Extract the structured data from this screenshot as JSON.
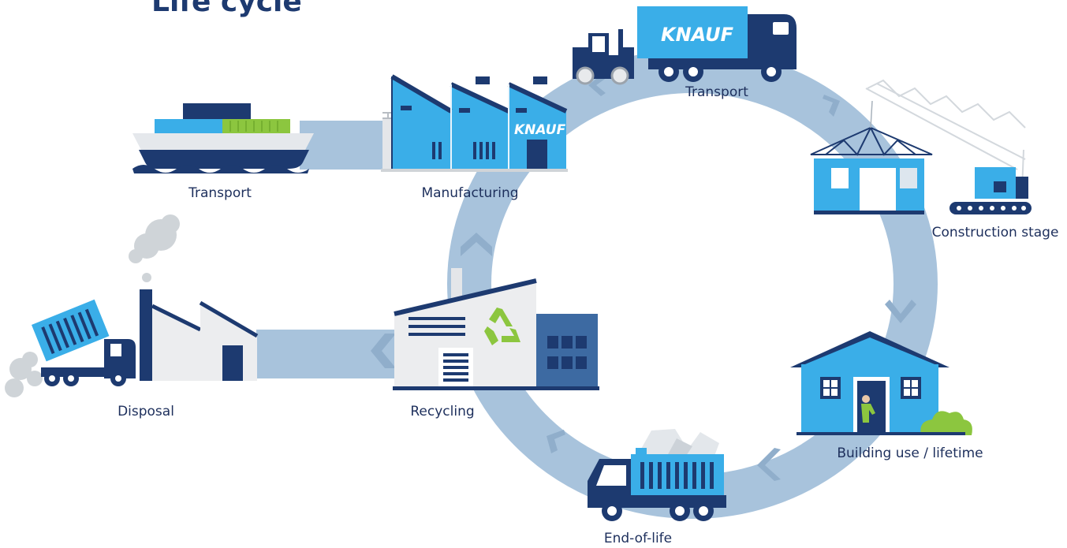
{
  "title": "Life cycle",
  "brand": "KNAUF",
  "colors": {
    "navy": "#1d3a70",
    "blue": "#3aaee8",
    "ring": "#a8c3dc",
    "green": "#8cc63f",
    "grey": "#e8eaec"
  },
  "stages": {
    "transport_ship": "Transport",
    "manufacturing": "Manufacturing",
    "transport_truck": "Transport",
    "construction": "Construction stage",
    "building_use": "Building use / lifetime",
    "end_of_life": "End-of-life",
    "recycling": "Recycling",
    "disposal": "Disposal"
  }
}
